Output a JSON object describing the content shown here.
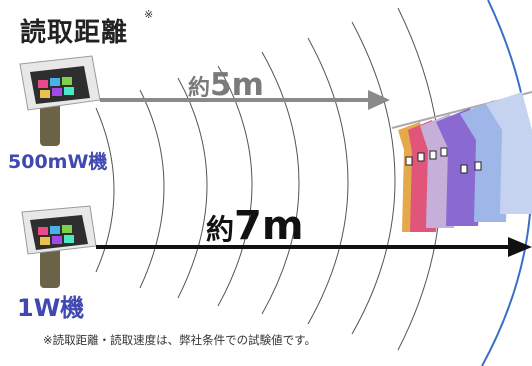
{
  "title": "読取距離",
  "title_mark": "※",
  "devices": [
    {
      "label": "500mW機",
      "distance_prefix": "約",
      "distance_value": "5m"
    },
    {
      "label": "1W機",
      "distance_prefix": "約",
      "distance_value": "7m"
    }
  ],
  "footnote": "※読取距離・読取速度は、弊社条件での試験値です。",
  "colors": {
    "device_label": "#3f49b0",
    "arrow_500mw": "#8a8a8a",
    "arrow_1w": "#111111",
    "outer_range_arc": "#3a6fc7"
  }
}
